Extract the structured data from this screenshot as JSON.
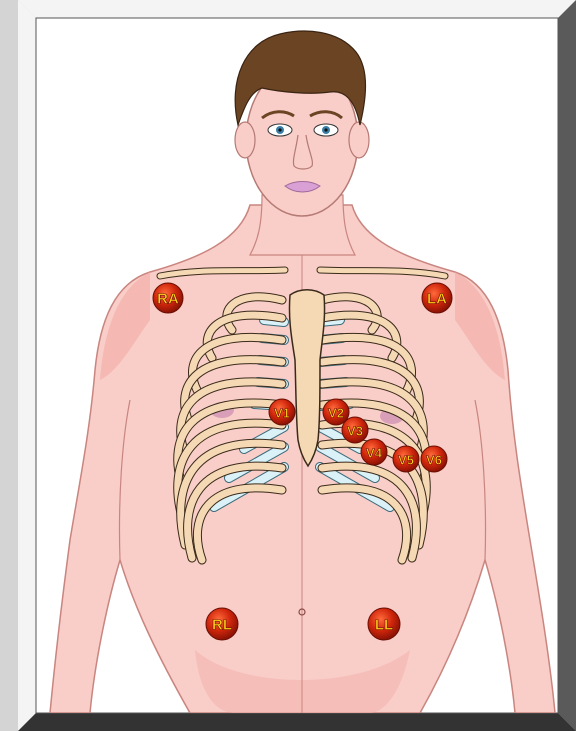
{
  "colors": {
    "frame_light": "#f2f2f2",
    "frame_dark": "#3a3a3a",
    "skin": "#f7c9c4",
    "skin_shadow": "#efa9a3",
    "bone": "#f5d8b4",
    "bone_outline": "#3a2a1a",
    "cartilage": "#d9f1f7",
    "hair": "#6b4424",
    "electrode_fill": "#c81e0a",
    "electrode_label": "#ffd21a"
  },
  "electrodes": [
    {
      "label": "RA"
    },
    {
      "label": "LA"
    },
    {
      "label": "V1"
    },
    {
      "label": "V2"
    },
    {
      "label": "V3"
    },
    {
      "label": "V4"
    },
    {
      "label": "V5"
    },
    {
      "label": "V6"
    },
    {
      "label": "RL"
    },
    {
      "label": "LL"
    }
  ]
}
